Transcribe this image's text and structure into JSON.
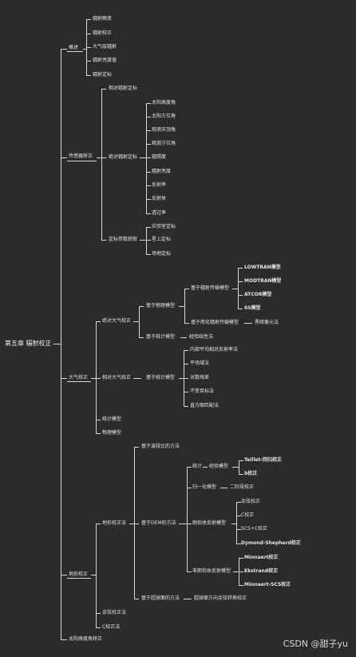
{
  "root": "第五章 辐射校正",
  "sections": {
    "overview": {
      "label": "概述",
      "items": [
        "辐射畸变",
        "辐射校正",
        "大气层辐射",
        "辐射亮度值",
        "辐射定标"
      ]
    },
    "sensor": {
      "label": "传感器矫正",
      "relative": "相对辐射定标",
      "absolute": "绝对辐射定标",
      "absolute_items": [
        "太阳高度角",
        "太阳方位角",
        "观测天顶角",
        "观测方位角",
        "辐照度",
        "辐射亮度",
        "反射率",
        "反射体",
        "透过率"
      ],
      "param": "定标参数获取",
      "param_items": [
        "实验室定标",
        "星上定标",
        "场地定标"
      ]
    },
    "atmosphere": {
      "label": "大气校正",
      "absolute": "绝对大气校正",
      "physical_model": "基于物理模型",
      "rt_model": "基于辐射传输模型",
      "rt_items": [
        "LOWTRAN模型",
        "MODTRAN模型",
        "ATCOR模型",
        "6S模型"
      ],
      "simplified": "基于简化辐射传输模型",
      "dark_pixel": "黑暗像元法",
      "stat_model_abs": "基于统计模型",
      "empirical_line": "经验线性法",
      "relative": "相对大气校正",
      "stat_model_rel": "基于统计模型",
      "rel_items": [
        "内部平均相对反射率法",
        "平场域法",
        "对数残差",
        "不变目标法",
        "直方图匹配法"
      ],
      "stat": "统计模型",
      "phys": "物理模型"
    },
    "terrain": {
      "label": "地形校正",
      "methods": "地形校正法",
      "band_ratio": "基于波段比的方法",
      "dem": "基于DEM的方法",
      "stats": "统计",
      "empirical": "经验模型",
      "empirical_items": [
        "Teillet-回归校正",
        "b校正"
      ],
      "normalized": "归一化模型",
      "second_order": "二阶段校正",
      "lambert": "朗伯体反射模型",
      "lambert_items": [
        "余弦校正",
        "C校正",
        "SCS+C校正",
        "Dymond-Shepherd校正"
      ],
      "non_lambert": "非朗伯体反射模型",
      "non_lambert_items": [
        "Minnaert校正",
        "Ekstrand校正",
        "Minnaert-SCS校正"
      ],
      "hyper": "基于超球面的方法",
      "hyper_item": "超球面方向余弦转换校正",
      "cosine": "余弦校正法",
      "c": "C校正法"
    },
    "solar": {
      "label": "太阳高度角矫正"
    }
  },
  "watermark": "CSDN @甜子yu"
}
